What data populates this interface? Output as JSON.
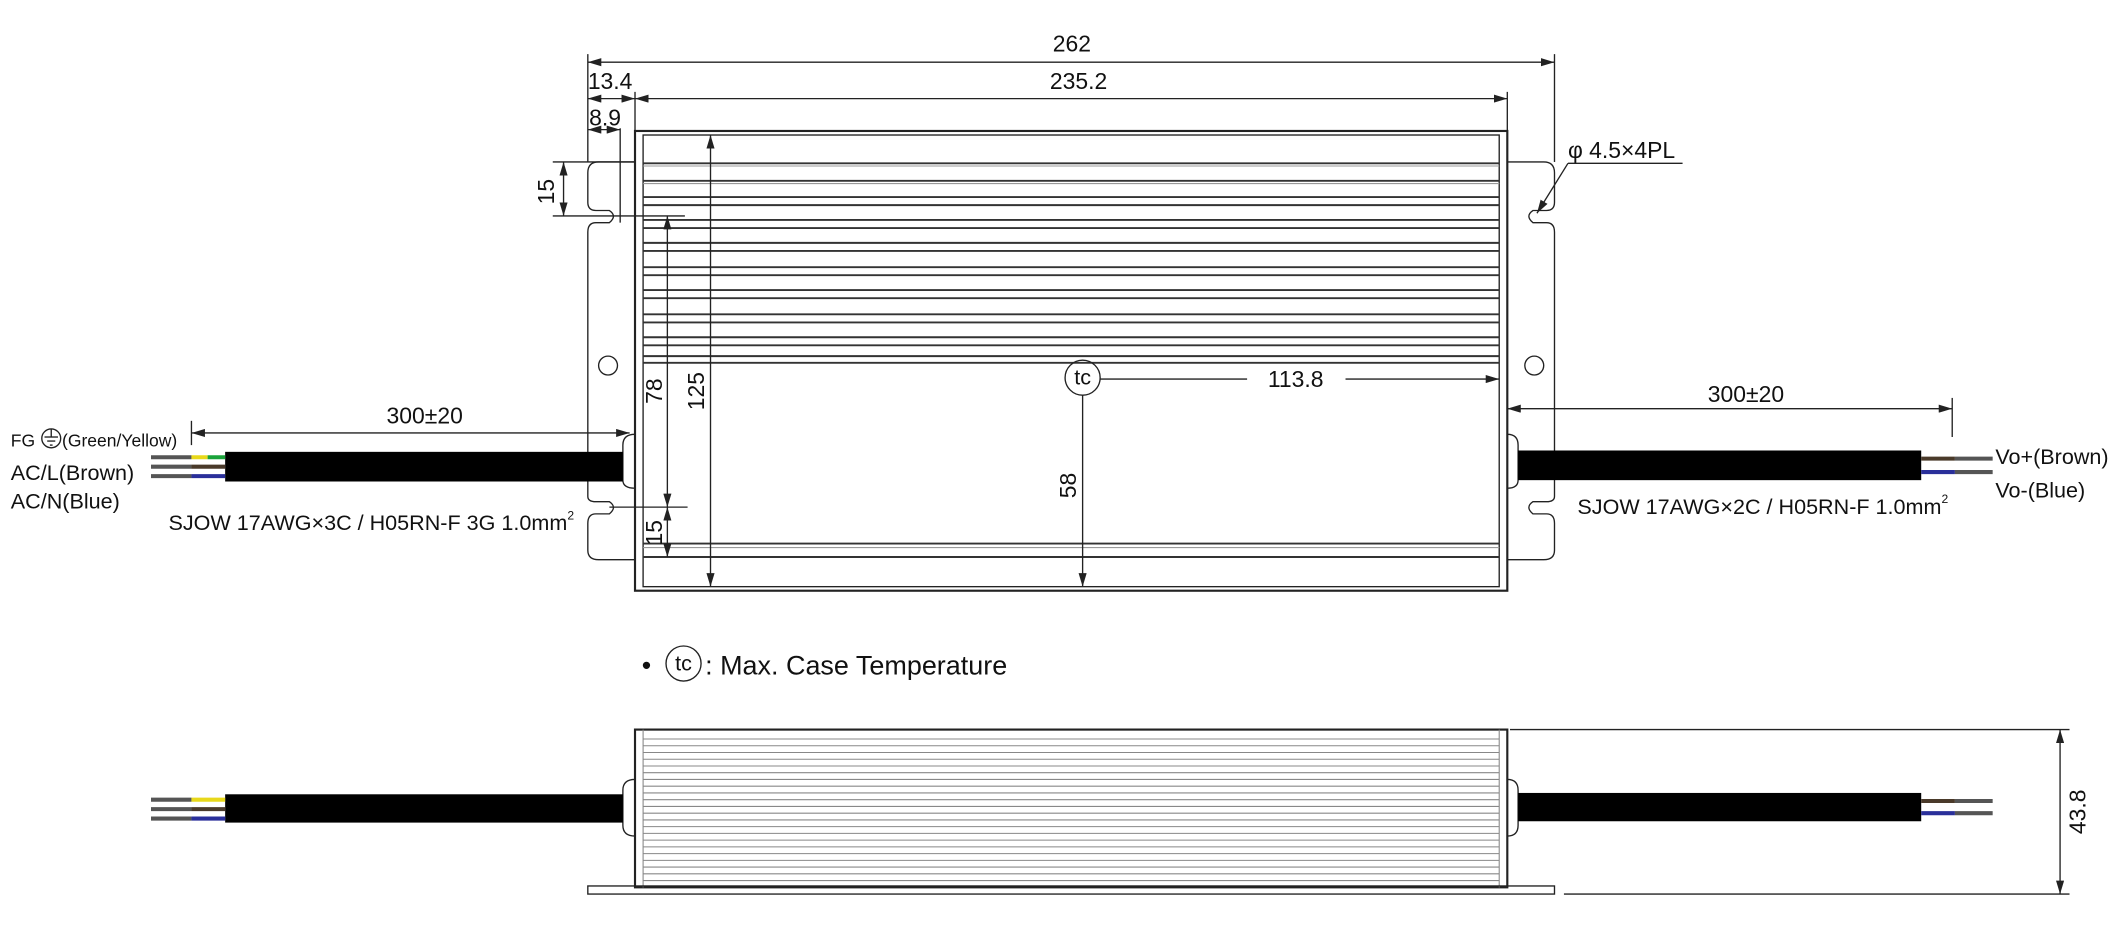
{
  "title": "Mechanical outline drawing",
  "dimensions": {
    "overall_length": "262",
    "case_length": "235.2",
    "flange_offset": "13.4",
    "hole_offset": "8.9",
    "hole_top_offset": "15",
    "total_width": "125",
    "hole_spacing": "78",
    "hole_bottom_offset": "15",
    "tc_position_x": "113.8",
    "tc_position_y": "58",
    "mounting_hole": "φ 4.5×4PL",
    "height": "43.8"
  },
  "input_cable": {
    "length": "300±20",
    "fg_label": "FG",
    "fg_color": "(Green/Yellow)",
    "line_label": "AC/L(Brown)",
    "neutral_label": "AC/N(Blue)",
    "spec": "SJOW 17AWG×3C / H05RN-F 3G 1.0mm",
    "spec_sup": "2"
  },
  "output_cable": {
    "length": "300±20",
    "positive_label": "Vo+(Brown)",
    "negative_label": "Vo-(Blue)",
    "spec": "SJOW 17AWG×2C / H05RN-F 1.0mm",
    "spec_sup": "2"
  },
  "legend": {
    "bullet": "•",
    "tc_symbol": "tc",
    "text": ": Max. Case Temperature"
  },
  "colors": {
    "brown": "#4a3a2a",
    "blue": "#2a2f9a",
    "green": "#1aa33a",
    "yellow": "#e8d81a",
    "cable": "#000000"
  }
}
